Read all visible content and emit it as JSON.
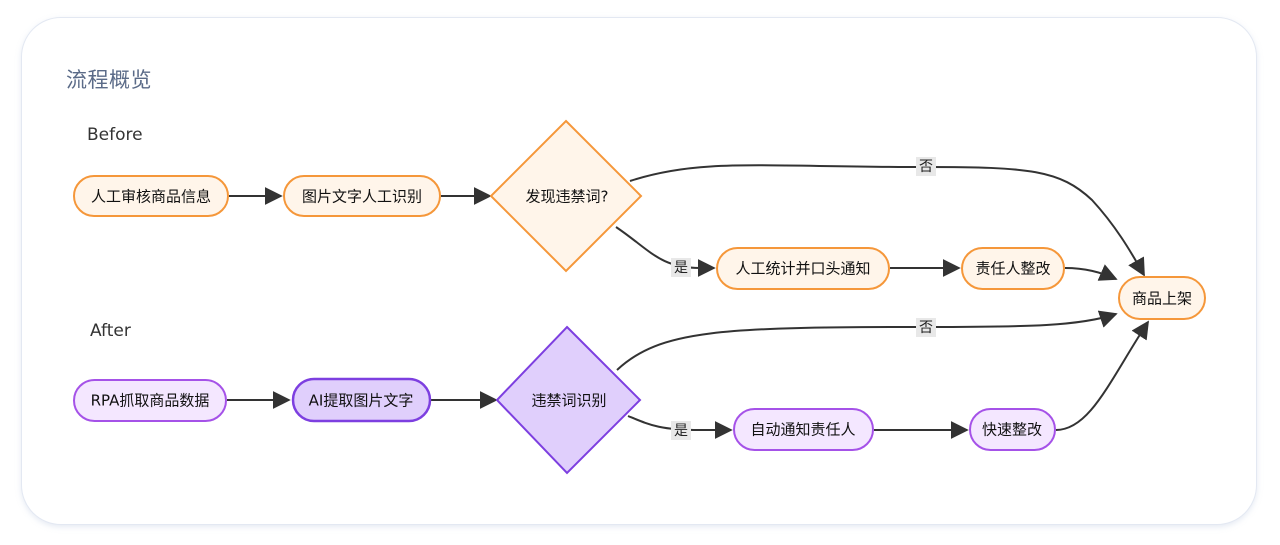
{
  "title": "流程概览",
  "colors": {
    "before_stroke": "#f5973a",
    "before_fill": "#fff5ea",
    "after_stroke": "#a552e8",
    "after_fill": "#f4e7ff",
    "after_active_stroke": "#7d3fe0",
    "after_active_fill": "#e0cffc",
    "edge": "#333333"
  },
  "before": {
    "label": "Before",
    "nodes": {
      "review": "人工审核商品信息",
      "ocr": "图片文字人工识别",
      "decision": "发现违禁词?",
      "notify": "人工统计并口头通知",
      "fix": "责任人整改"
    },
    "edges": {
      "yes": "是",
      "no": "否"
    }
  },
  "after": {
    "label": "After",
    "nodes": {
      "rpa": "RPA抓取商品数据",
      "ai": "AI提取图片文字",
      "decision": "违禁词识别",
      "notify": "自动通知责任人",
      "fix": "快速整改"
    },
    "edges": {
      "yes": "是",
      "no": "否"
    }
  },
  "shared": {
    "publish": "商品上架"
  }
}
